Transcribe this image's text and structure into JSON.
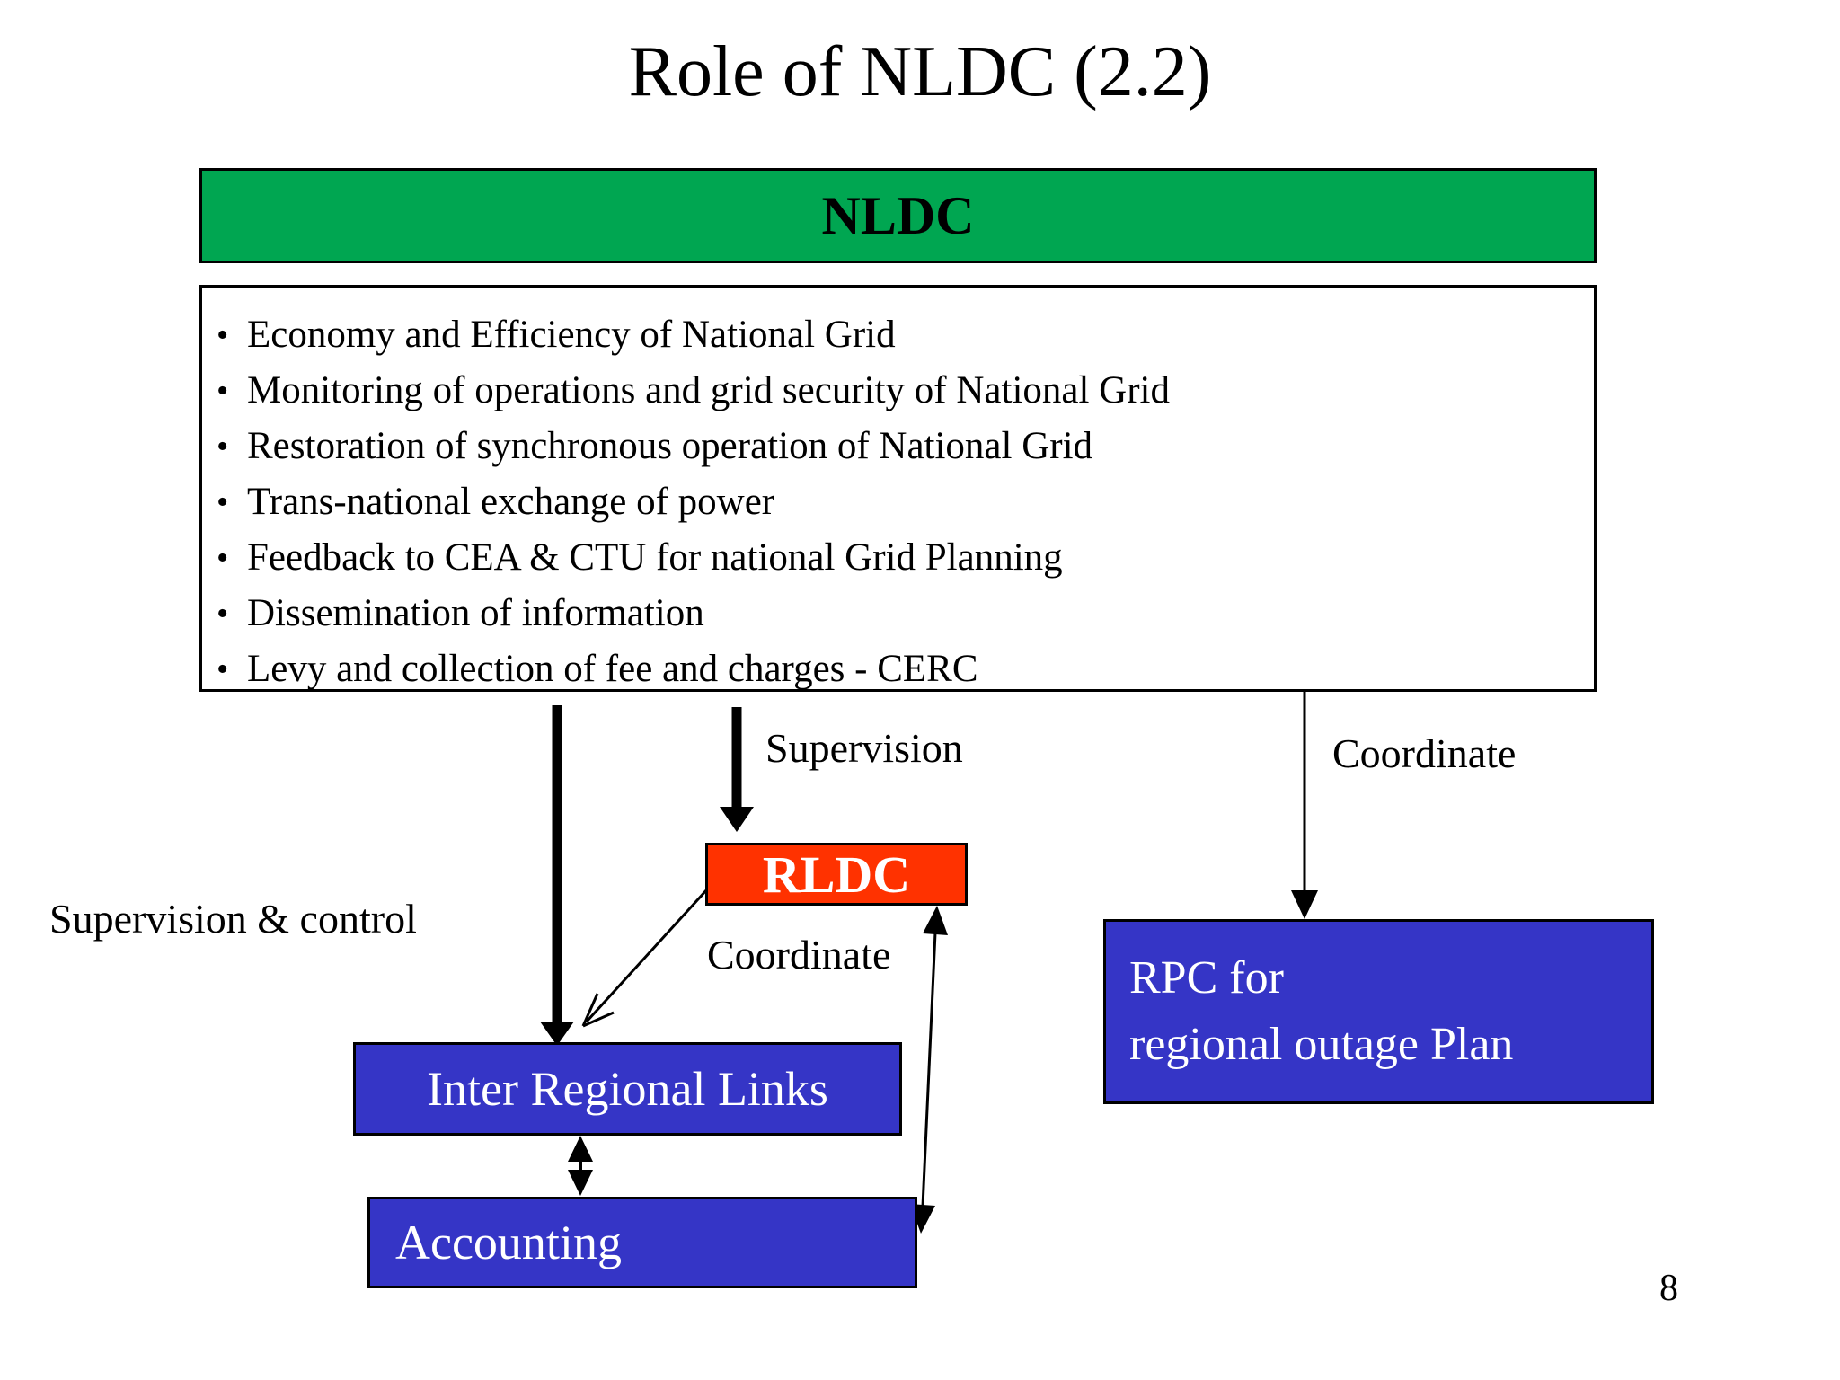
{
  "title": "Role of NLDC (2.2)",
  "page_number": "8",
  "colors": {
    "green": "#00A651",
    "blue": "#3535C6",
    "red": "#FF3200"
  },
  "nldc": {
    "label": "NLDC",
    "bullets": [
      "Economy and Efficiency of National Grid",
      "Monitoring of operations and grid security of National Grid",
      "Restoration  of synchronous operation of National Grid",
      "Trans-national exchange of power",
      "Feedback to CEA & CTU for national Grid Planning",
      "Dissemination of information",
      "Levy and collection of fee and charges - CERC"
    ]
  },
  "nodes": {
    "rldc": "RLDC",
    "inter_regional_links": "Inter Regional Links",
    "accounting": "Accounting",
    "rpc_line1": "RPC for",
    "rpc_line2": "regional outage Plan"
  },
  "edge_labels": {
    "supervision": "Supervision",
    "supervision_control": "Supervision & control",
    "coordinate_rldc": "Coordinate",
    "coordinate_rpc": "Coordinate"
  }
}
